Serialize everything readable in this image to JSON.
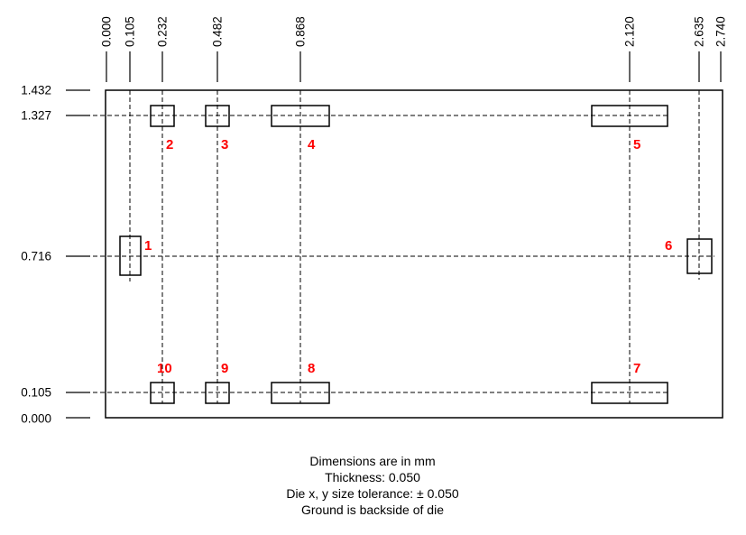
{
  "diagram": {
    "title": "die-pad-layout",
    "units": "mm",
    "top_dimensions": [
      "0.000",
      "0.105",
      "0.232",
      "0.482",
      "0.868",
      "2.120",
      "2.635",
      "2.740"
    ],
    "left_dimensions": [
      "1.432",
      "1.327",
      "0.716",
      "0.105",
      "0.000"
    ],
    "pad_numbers": [
      "1",
      "2",
      "3",
      "4",
      "5",
      "6",
      "7",
      "8",
      "9",
      "10"
    ],
    "notes": [
      "Dimensions are in mm",
      "Thickness: 0.050",
      "Die x, y size tolerance: ± 0.050",
      "Ground is backside of die"
    ],
    "colors": {
      "line": "#000000",
      "pad_number": "#fe0000",
      "background": "#ffffff"
    }
  }
}
